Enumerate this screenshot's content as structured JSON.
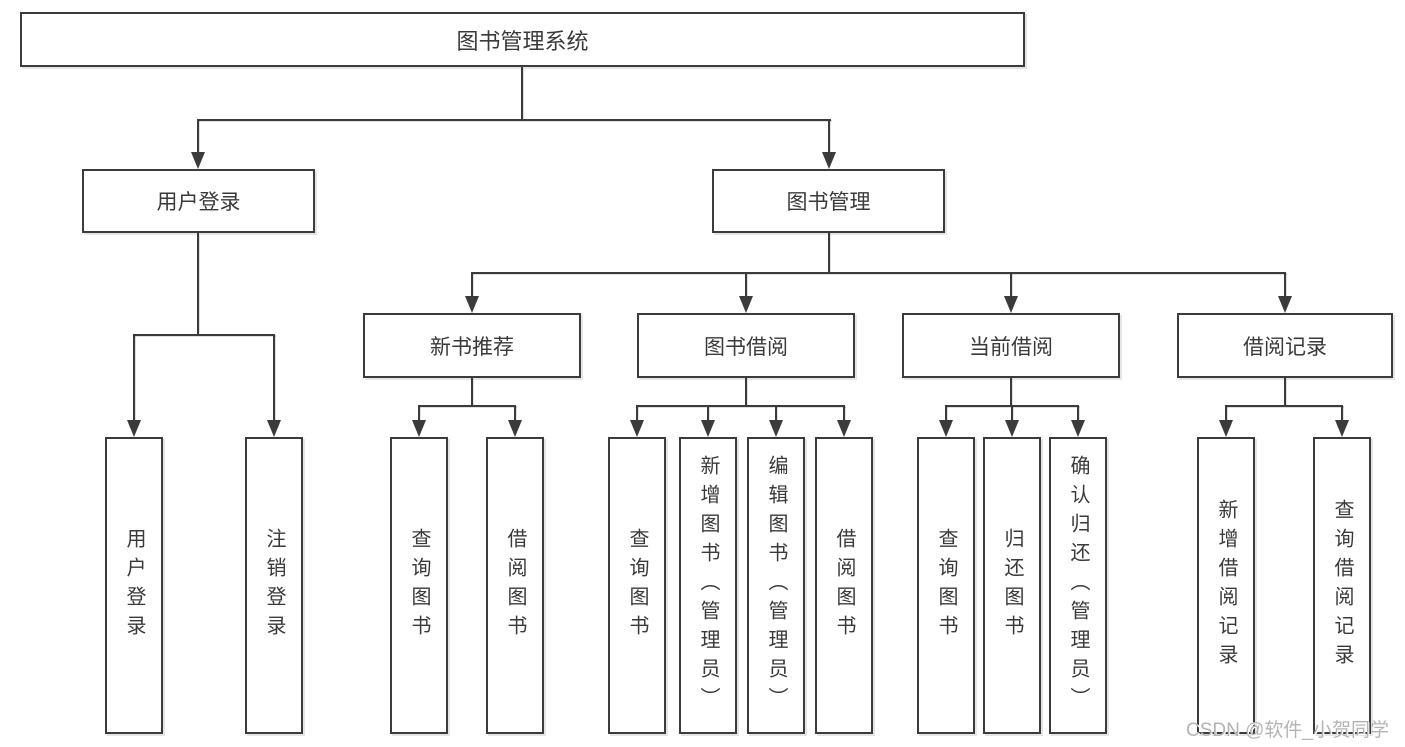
{
  "tree": {
    "root": {
      "label": "图书管理系统"
    },
    "branches": [
      {
        "label": "用户登录",
        "children": [
          "用户登录",
          "注销登录"
        ]
      },
      {
        "label": "图书管理",
        "children": [
          {
            "label": "新书推荐",
            "children": [
              "查询图书",
              "借阅图书"
            ]
          },
          {
            "label": "图书借阅",
            "children": [
              "查询图书",
              "新增图书（管理员）",
              "编辑图书（管理员）",
              "借阅图书"
            ]
          },
          {
            "label": "当前借阅",
            "children": [
              "查询图书",
              "归还图书",
              "确认归还（管理员）"
            ]
          },
          {
            "label": "借阅记录",
            "children": [
              "新增借阅记录",
              "查询借阅记录"
            ]
          }
        ]
      }
    ]
  },
  "watermark": {
    "text": "CSDN @软件_小贺同学"
  },
  "colors": {
    "line": "#3b3b3b",
    "text": "#3a3a3a",
    "node_fill": "#ffffff",
    "background": "#ffffff",
    "watermark": "#b4b4b4"
  }
}
